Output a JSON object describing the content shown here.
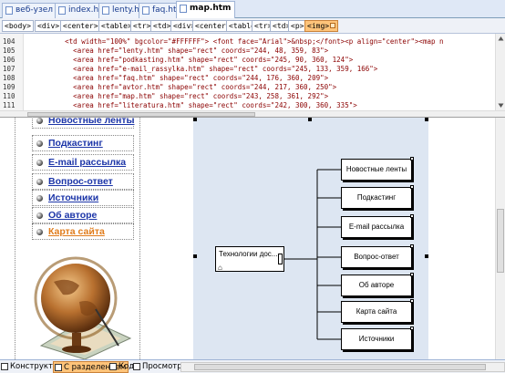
{
  "tabs": [
    {
      "label": "веб-узел",
      "active": false
    },
    {
      "label": "index.htm",
      "active": false
    },
    {
      "label": "lenty.htm",
      "active": false
    },
    {
      "label": "faq.htm",
      "active": false
    },
    {
      "label": "map.htm",
      "active": true
    }
  ],
  "tagbar": [
    "<body>",
    "<div>",
    "<center>",
    "<table>",
    "<tr>",
    "<td>",
    "<div>",
    "<center>",
    "<table>",
    "<tr>",
    "<td>",
    "<p>",
    "<img>"
  ],
  "code": {
    "lines": [
      {
        "num": "104",
        "text": "          <td width=\"100%\" bgcolor=\"#FFFFFF\"> <font face=\"Arial\">&nbsp;</font><p align=\"center\"><map n"
      },
      {
        "num": "105",
        "text": "            <area href=\"lenty.htm\" shape=\"rect\" coords=\"244, 48, 359, 83\">"
      },
      {
        "num": "106",
        "text": "            <area href=\"podkasting.htm\" shape=\"rect\" coords=\"245, 90, 360, 124\">"
      },
      {
        "num": "107",
        "text": "            <area href=\"e-mail_rassylka.htm\" shape=\"rect\" coords=\"245, 133, 359, 166\">"
      },
      {
        "num": "108",
        "text": "            <area href=\"faq.htm\" shape=\"rect\" coords=\"244, 176, 360, 209\">"
      },
      {
        "num": "109",
        "text": "            <area href=\"avtor.htm\" shape=\"rect\" coords=\"244, 217, 360, 250\">"
      },
      {
        "num": "110",
        "text": "            <area href=\"map.htm\" shape=\"rect\" coords=\"243, 258, 361, 292\">"
      },
      {
        "num": "111",
        "text": "            <area href=\"literatura.htm\" shape=\"rect\" coords=\"242, 300, 360, 335\">"
      }
    ]
  },
  "menu": [
    {
      "label": "Новостные ленты",
      "current": false
    },
    {
      "label": "Подкастинг",
      "current": false
    },
    {
      "label": "E-mail рассылка",
      "current": false
    },
    {
      "label": "Вопрос-ответ",
      "current": false
    },
    {
      "label": "Источники",
      "current": false
    },
    {
      "label": "Об авторе",
      "current": false
    },
    {
      "label": "Карта сайта",
      "current": true
    }
  ],
  "sitemap": {
    "root": "Технологии дос...",
    "home_icon": "⌂",
    "nodes": [
      "Новостные ленты",
      "Подкастинг",
      "E-mail рассылка",
      "Вопрос-ответ",
      "Об авторе",
      "Карта сайта",
      "Источники"
    ]
  },
  "views": [
    {
      "label": "Конструктор",
      "active": false,
      "icon": "design-icon"
    },
    {
      "label": "С разделением",
      "active": true,
      "icon": "split-icon"
    },
    {
      "label": "Код",
      "active": false,
      "icon": "code-icon"
    },
    {
      "label": "Просмотр",
      "active": false,
      "icon": "preview-icon"
    }
  ]
}
